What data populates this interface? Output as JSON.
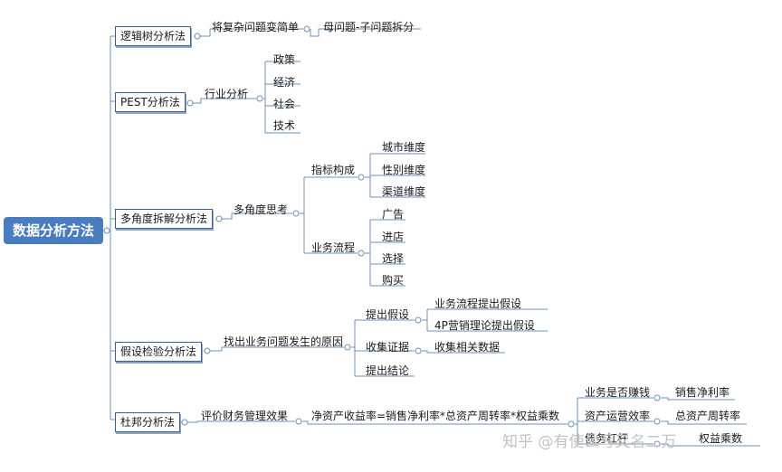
{
  "root": "数据分析方法",
  "methods": {
    "logic_tree": "逻辑树分析法",
    "pest": "PEST分析法",
    "multi_dim": "多角度拆解分析法",
    "hypothesis": "假设检验分析法",
    "dupont": "杜邦分析法"
  },
  "logic_tree": {
    "step": "将复杂问题变简单",
    "result": "母问题-子问题拆分"
  },
  "pest": {
    "step": "行业分析",
    "items": [
      "政策",
      "经济",
      "社会",
      "技术"
    ]
  },
  "multi_dim": {
    "step": "多角度思考",
    "indicator": {
      "label": "指标构成",
      "items": [
        "城市维度",
        "性别维度",
        "渠道维度"
      ]
    },
    "process": {
      "label": "业务流程",
      "items": [
        "广告",
        "进店",
        "选择",
        "购买"
      ]
    }
  },
  "hypothesis": {
    "step": "找出业务问题发生的原因",
    "propose": {
      "label": "提出假设",
      "items": [
        "业务流程提出假设",
        "4P营销理论提出假设"
      ]
    },
    "collect": {
      "label": "收集证据",
      "item": "收集相关数据"
    },
    "conclude": "提出结论"
  },
  "dupont": {
    "step": "评价财务管理效果",
    "formula": "净资产收益率=销售净利率*总资产周转率*权益乘数",
    "rows": [
      {
        "label": "业务是否赚钱",
        "value": "销售净利率"
      },
      {
        "label": "资产运营效率",
        "value": "总资产周转率"
      },
      {
        "label": "债务杠杆",
        "value": "权益乘数"
      }
    ]
  },
  "watermark": "知乎 @有使么写又名二万"
}
